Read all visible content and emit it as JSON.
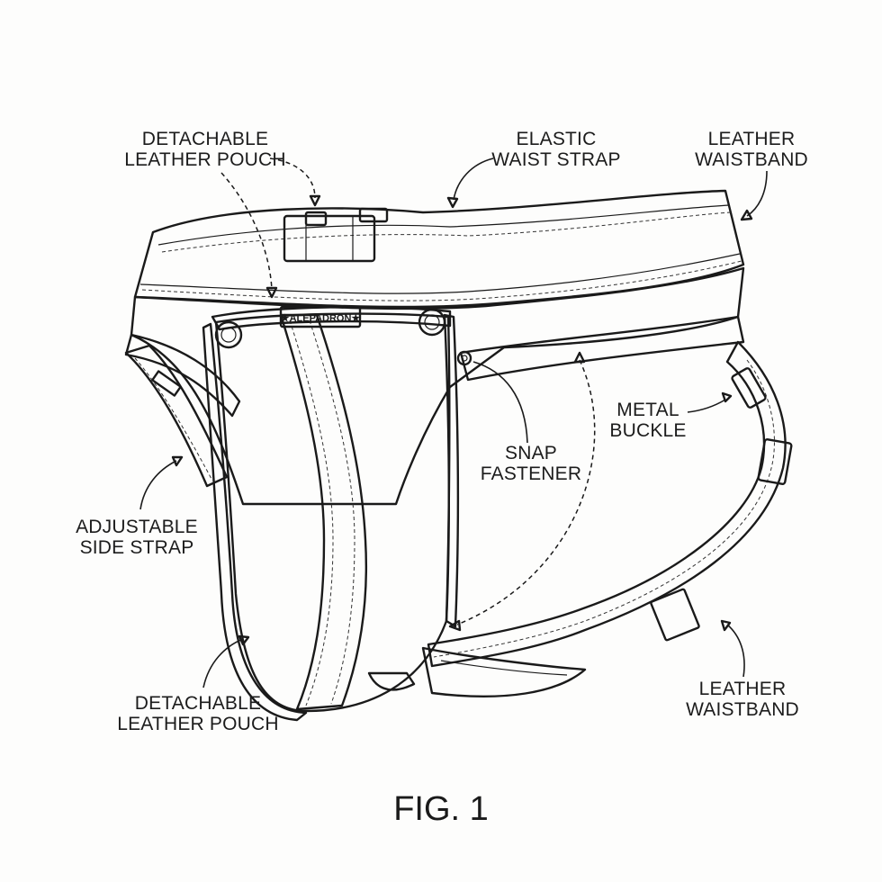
{
  "labels": {
    "detachable_pouch_top": [
      "DETACHABLE",
      "LEATHER POUCH"
    ],
    "elastic_waist_strap": [
      "ELASTIC",
      "WAIST STRAP"
    ],
    "leather_waistband_top": [
      "LEATHER",
      "WAISTBAND"
    ],
    "metal_buckle": [
      "METAL",
      "BUCKLE"
    ],
    "snap_fastener": [
      "SNAP",
      "FASTENER"
    ],
    "adjustable_side_strap": [
      "ADJUSTABLE",
      "SIDE STRAP"
    ],
    "detachable_pouch_bottom": [
      "DETACHABLE",
      "LEATHER POUCH"
    ],
    "leather_waistband_bottom": [
      "LEATHER",
      "WAISTBAND"
    ]
  },
  "brand_tag": "★ALEPADRON★",
  "figure_caption": "FIG. 1",
  "colors": {
    "ink": "#1a1a1a",
    "paper": "#fdfdfc",
    "texture_fill": "#d9d9d6"
  }
}
